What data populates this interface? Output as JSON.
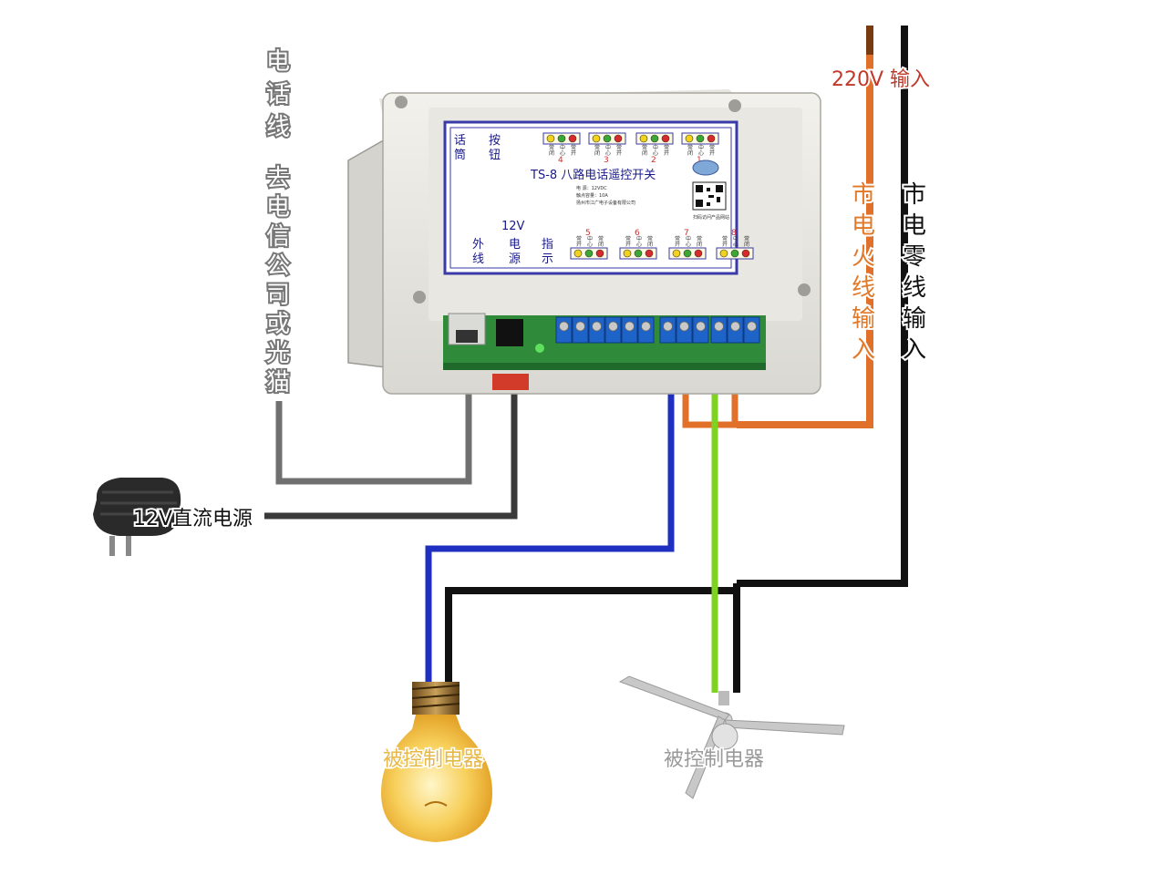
{
  "labels": {
    "phone_line": [
      "电",
      "话",
      "线"
    ],
    "to_telecom": [
      "去",
      "电",
      "信",
      "公",
      "司",
      "或",
      "光",
      "猫"
    ],
    "power_adapter": "12V直流电源",
    "ac_input": "220V 输入",
    "live_input": [
      "市",
      "电",
      "火",
      "线",
      "输",
      "入"
    ],
    "neutral_input": [
      "市",
      "电",
      "零",
      "线",
      "输",
      "入"
    ],
    "appliance_bulb": "被控制电器",
    "appliance_fan": "被控制电器"
  },
  "device": {
    "model": "TS-8 八路电话遥控开关",
    "top_left_a": [
      "话",
      "筒"
    ],
    "top_left_b": [
      "按",
      "钮"
    ],
    "bottom_a": [
      "外",
      "线"
    ],
    "bottom_b_top": "12V",
    "bottom_b": [
      "电",
      "源"
    ],
    "bottom_c": [
      "指",
      "示"
    ],
    "spec_voltage": "电   源：12VDC",
    "spec_current": "触点容量：10A",
    "maker": "扬州市江广电子设备有限公司",
    "qr_caption": "扫码访问产品网站",
    "top_channels": [
      "4",
      "3",
      "2",
      "1"
    ],
    "bottom_channels": [
      "5",
      "6",
      "7",
      "8"
    ],
    "relay_labels_top": [
      "常",
      "中",
      "常"
    ],
    "relay_labels_top2": [
      "闭",
      "心",
      "开"
    ],
    "relay_labels_bottom": [
      "常",
      "中",
      "常"
    ],
    "relay_labels_bottom2": [
      "开",
      "心",
      "闭"
    ]
  },
  "colors": {
    "live_wire": "#e0702a",
    "neutral_wire": "#111111",
    "blue_wire": "#1f2fbf",
    "green_wire": "#7ed321",
    "phone_wire": "#707070",
    "power_wire": "#3a3a3a",
    "label_red": "#c0392b",
    "label_orange": "#e07a2a",
    "label_yellow": "#e6b84a"
  }
}
